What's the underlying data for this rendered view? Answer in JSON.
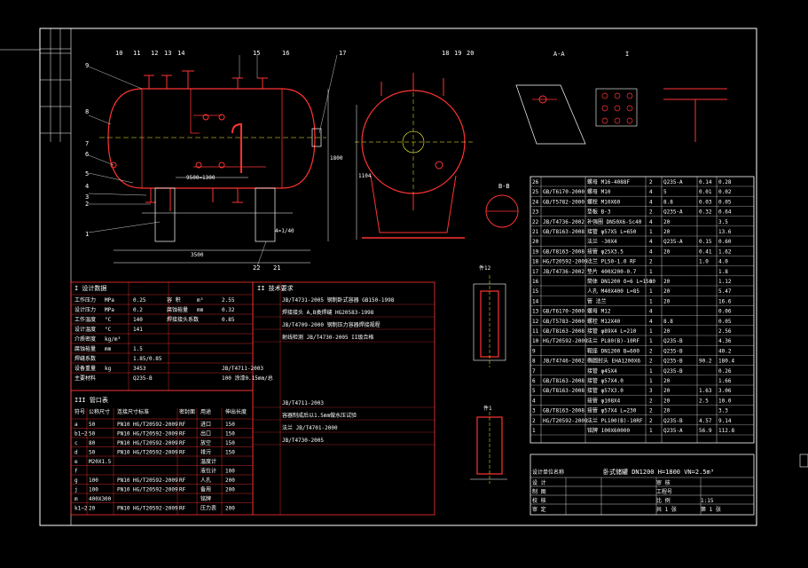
{
  "drawing": {
    "title": "卧式储罐 DN1200 H=1800 VN=2.5m³",
    "scale": "1:15",
    "sheet": "共 1 张",
    "sheet_no": "第 1 张"
  },
  "views": {
    "section_aa": "A-A",
    "detail_i": "I",
    "section_bb": "B-B",
    "nozzle_p": "件12",
    "nozzle_q": "件1"
  },
  "part_numbers_top": [
    "10",
    "11",
    "12",
    "13",
    "14",
    "15",
    "16",
    "17",
    "18",
    "19",
    "20"
  ],
  "part_numbers_left": [
    "9",
    "8",
    "7",
    "6",
    "5",
    "4",
    "3",
    "2",
    "1"
  ],
  "part_numbers_bottom": [
    "22",
    "21"
  ],
  "dimensions": {
    "overall": "3500",
    "center": "9500=1300",
    "height": "1800",
    "width": "1104",
    "slope": "4=1/40"
  },
  "tech_sections": {
    "design_data": "I 设计数据",
    "spec": "II 技术要求",
    "nozzles": "III 管口表"
  },
  "design_rows": [
    [
      "工作压力",
      "MPa",
      "0.25",
      "容 积",
      "m³",
      "2.55"
    ],
    [
      "设计压力",
      "MPa",
      "0.2",
      "腐蚀裕量",
      "mm",
      "0.32"
    ],
    [
      "工作温度",
      "°C",
      "140",
      "焊接接头系数",
      "",
      "0.85"
    ],
    [
      "设计温度",
      "°C",
      "141",
      "",
      "",
      ""
    ],
    [
      "介质密度",
      "kg/m³",
      "",
      "",
      "",
      ""
    ],
    [
      "腐蚀裕量",
      "mm",
      "1.5",
      "",
      "",
      ""
    ],
    [
      "焊缝系数",
      "",
      "1.85/0.85",
      "",
      "",
      ""
    ],
    [
      "设备重量",
      "kg",
      "3453",
      "",
      "",
      "JB/T4711-2003"
    ],
    [
      "主要材料",
      "",
      "Q235-B",
      "",
      "",
      "100 涂漆0.15mm/总"
    ]
  ],
  "spec_lines": [
    "JB/T4731-2005 钢制卧式容器 GB150-1998",
    "焊接接头 A,B类焊缝 HG20583-1998",
    "JB/T4709-2000 钢制压力容器焊接规程",
    "射线检测 JB/T4730-2005 II级合格",
    "JB/T4711-2003",
    "容器制成后以1.5mm做水压试验",
    "法兰 JB/T4701-2000",
    "JB/T4730-2005"
  ],
  "nozzle_headers": [
    "符号",
    "公称尺寸",
    "连接尺寸标准",
    "密封面",
    "用途",
    "伸出长度"
  ],
  "nozzle_rows": [
    [
      "a",
      "50",
      "PN10 HG/T20592-2009",
      "RF",
      "进口",
      "150"
    ],
    [
      "b1~2",
      "50",
      "PN10 HG/T20592-2009",
      "RF",
      "出口",
      "150"
    ],
    [
      "c",
      "80",
      "PN10 HG/T20592-2009",
      "RF",
      "放空",
      "150"
    ],
    [
      "d",
      "50",
      "PN10 HG/T20592-2009",
      "RF",
      "排污",
      "150"
    ],
    [
      "e",
      "M20X1.5",
      "",
      "",
      "温度计",
      ""
    ],
    [
      "f",
      "",
      "",
      "",
      "液位计",
      "100"
    ],
    [
      "g",
      "100",
      "PN10 HG/T20592-2009",
      "RF",
      "人孔",
      "200"
    ],
    [
      "j",
      "100",
      "PN10 HG/T20592-2009",
      "RF",
      "备用",
      "200"
    ],
    [
      "m",
      "400X300",
      "",
      "",
      "铭牌",
      ""
    ],
    [
      "k1~2",
      "20",
      "PN10 HG/T20592-2009",
      "RF",
      "压力表",
      "200"
    ]
  ],
  "bom_rows": [
    [
      "26",
      "",
      "螺母 M16-4088F",
      "2",
      "Q235-A",
      "0.14",
      "0.28"
    ],
    [
      "25",
      "GB/T6170-2000",
      "螺母 M10",
      "4",
      "5",
      "0.01",
      "0.02"
    ],
    [
      "24",
      "GB/T5782-2000",
      "螺栓 M10X60",
      "4",
      "8.8",
      "0.03",
      "0.05"
    ],
    [
      "23",
      "",
      "垫板 B-3",
      "2",
      "Q235-A",
      "0.32",
      "0.64"
    ],
    [
      "22",
      "JB/T4736-2002",
      "补强圈 DN50X6-Sc40",
      "4",
      "20",
      "",
      "3.5"
    ],
    [
      "21",
      "GB/T8163-2008",
      "接管 φ57X5 L=650",
      "1",
      "20",
      "",
      "13.6"
    ],
    [
      "20",
      "",
      "法兰 -30X4",
      "4",
      "Q235-A",
      "0.15",
      "0.60"
    ],
    [
      "19",
      "GB/T8163-2008",
      "接管 φ25X3.5",
      "4",
      "20",
      "0.41",
      "1.62"
    ],
    [
      "18",
      "HG/T20592-2009",
      "法兰 PL50-1.0 RF",
      "2",
      "",
      "1.0",
      "4.0"
    ],
    [
      "17",
      "JB/T4736-2002",
      "垫片 400X200-0.7",
      "1",
      "",
      "",
      "1.8"
    ],
    [
      "16",
      "",
      "筒体 DN1200 δ=6 L=1500",
      "1",
      "20",
      "",
      "1.12"
    ],
    [
      "15",
      "",
      "人孔 M40X400 L=85",
      "1",
      "20",
      "",
      "5.47"
    ],
    [
      "14",
      "",
      "管 法兰",
      "1",
      "20",
      "",
      "16.6"
    ],
    [
      "13",
      "GB/T6170-2000",
      "螺母 M12",
      "4",
      "",
      "",
      "0.06"
    ],
    [
      "12",
      "GB/T5783-2000",
      "螺栓 M12X40",
      "4",
      "8.8",
      "",
      "0.05"
    ],
    [
      "11",
      "GB/T8163-2008",
      "接管 φ89X4 L=210",
      "1",
      "20",
      "",
      "2.56"
    ],
    [
      "10",
      "HG/T20592-2009",
      "法兰 PL80(B)-10RF",
      "1",
      "Q235-B",
      "",
      "4.36"
    ],
    [
      "9",
      "",
      "鞍座 DN1200 B=600",
      "2",
      "Q235-B",
      "",
      "40.2"
    ],
    [
      "8",
      "JB/T4746-2002",
      "椭圆封头 EHA1200X6",
      "2",
      "Q235-B",
      "90.2",
      "180.4"
    ],
    [
      "7",
      "",
      "接管 φ45X4",
      "1",
      "Q235-B",
      "",
      "0.26"
    ],
    [
      "6",
      "GB/T8163-2008",
      "接管 φ57X4.0",
      "1",
      "20",
      "",
      "1.66"
    ],
    [
      "5",
      "GB/T8163-2008",
      "接管 φ57X3.0",
      "3",
      "20",
      "1.63",
      "3.06"
    ],
    [
      "4",
      "",
      "接管 φ108X4",
      "2",
      "20",
      "2.5",
      "10.0"
    ],
    [
      "3",
      "GB/T8163-2008",
      "接管 φ57X4 L=230",
      "2",
      "20",
      "",
      "3.3"
    ],
    [
      "2",
      "HG/T20592-2009",
      "法兰 PL100(B)-10RF",
      "2",
      "Q235-B",
      "4.57",
      "9.14"
    ],
    [
      "1",
      "",
      "铭牌 100X60000",
      "1",
      "Q235-A",
      "56.9",
      "112.8"
    ]
  ],
  "title_block": {
    "org": "设计单位名称",
    "row1": [
      "设 计",
      "",
      "审 核",
      ""
    ],
    "row2": [
      "制 图",
      "",
      "工程号",
      ""
    ],
    "row3": [
      "校 核",
      "",
      "比 例",
      "1:15"
    ],
    "row4": [
      "审 定",
      "",
      "共 1 张",
      "第 1 张"
    ]
  }
}
